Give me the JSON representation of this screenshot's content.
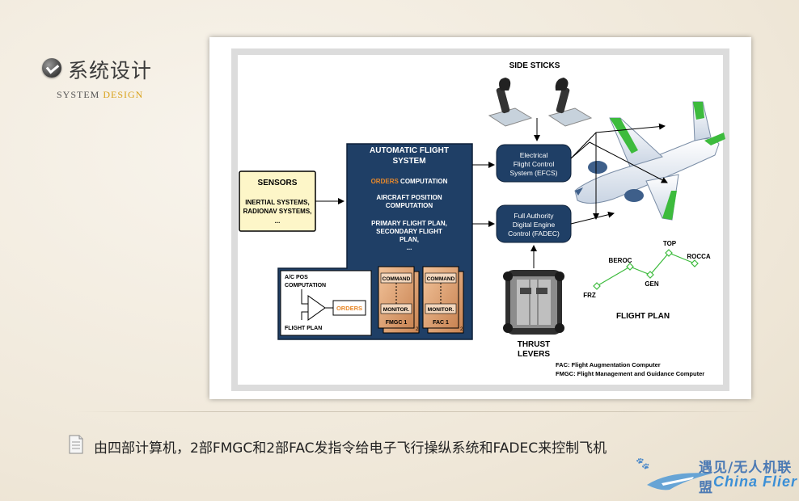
{
  "slide_title": {
    "cn": "系统设计",
    "en_part1": "SYSTEM ",
    "en_part2": "DESIGN"
  },
  "diagram": {
    "side_sticks": "SIDE STICKS",
    "sensors": {
      "title": "SENSORS",
      "line1": "INERTIAL SYSTEMS,",
      "line2": "RADIONAV SYSTEMS,",
      "line3": "..."
    },
    "afs": {
      "title_line1": "AUTOMATIC FLIGHT",
      "title_line2": "SYSTEM",
      "orders": "ORDERS",
      "computation": " COMPUTATION",
      "pos_line1": "AIRCRAFT POSITION",
      "pos_line2": "COMPUTATION",
      "plan_line1": "PRIMARY FLIGHT PLAN,",
      "plan_line2": "SECONDARY FLIGHT",
      "plan_line3": "PLAN,",
      "plan_line4": "..."
    },
    "inner": {
      "ac_pos_line1": "A/C  POS",
      "ac_pos_line2": "COMPUTATION",
      "orders": "ORDERS",
      "flight_plan": "FLIGHT PLAN",
      "command": "COMMAND",
      "monitor": "MONITOR.",
      "fmgc": "FMGC 1",
      "fac": "FAC 1",
      "copy_no": "2"
    },
    "efcs": {
      "line1": "Electrical",
      "line2": "Flight Control",
      "line3": "System (EFCS)"
    },
    "fadec": {
      "line1": "Full Authority",
      "line2": "Digital Engine",
      "line3": "Control (FADEC)"
    },
    "thrust_levers": {
      "line1": "THRUST",
      "line2": "LEVERS"
    },
    "flight_plan": {
      "title": "FLIGHT PLAN",
      "waypoints": [
        "FRZ",
        "BEROC",
        "GEN",
        "TOP",
        "ROCCA"
      ]
    },
    "legend": {
      "fac": "FAC: Flight Augmentation Computer",
      "fmgc": "FMGC: Flight Management and Guidance Computer"
    },
    "colors": {
      "navy": "#1f3f66",
      "orange": "#e8892b",
      "sensor_fill": "#fdf6c8",
      "green": "#3dbb3d"
    }
  },
  "caption": "由四部计算机，2部FMGC和2部FAC发指令给电子飞行操纵系统和FADEC来控制飞机",
  "watermark": {
    "prefix": "🐾",
    "cn": "遇见/无人机联盟",
    "en": "China Flier"
  }
}
